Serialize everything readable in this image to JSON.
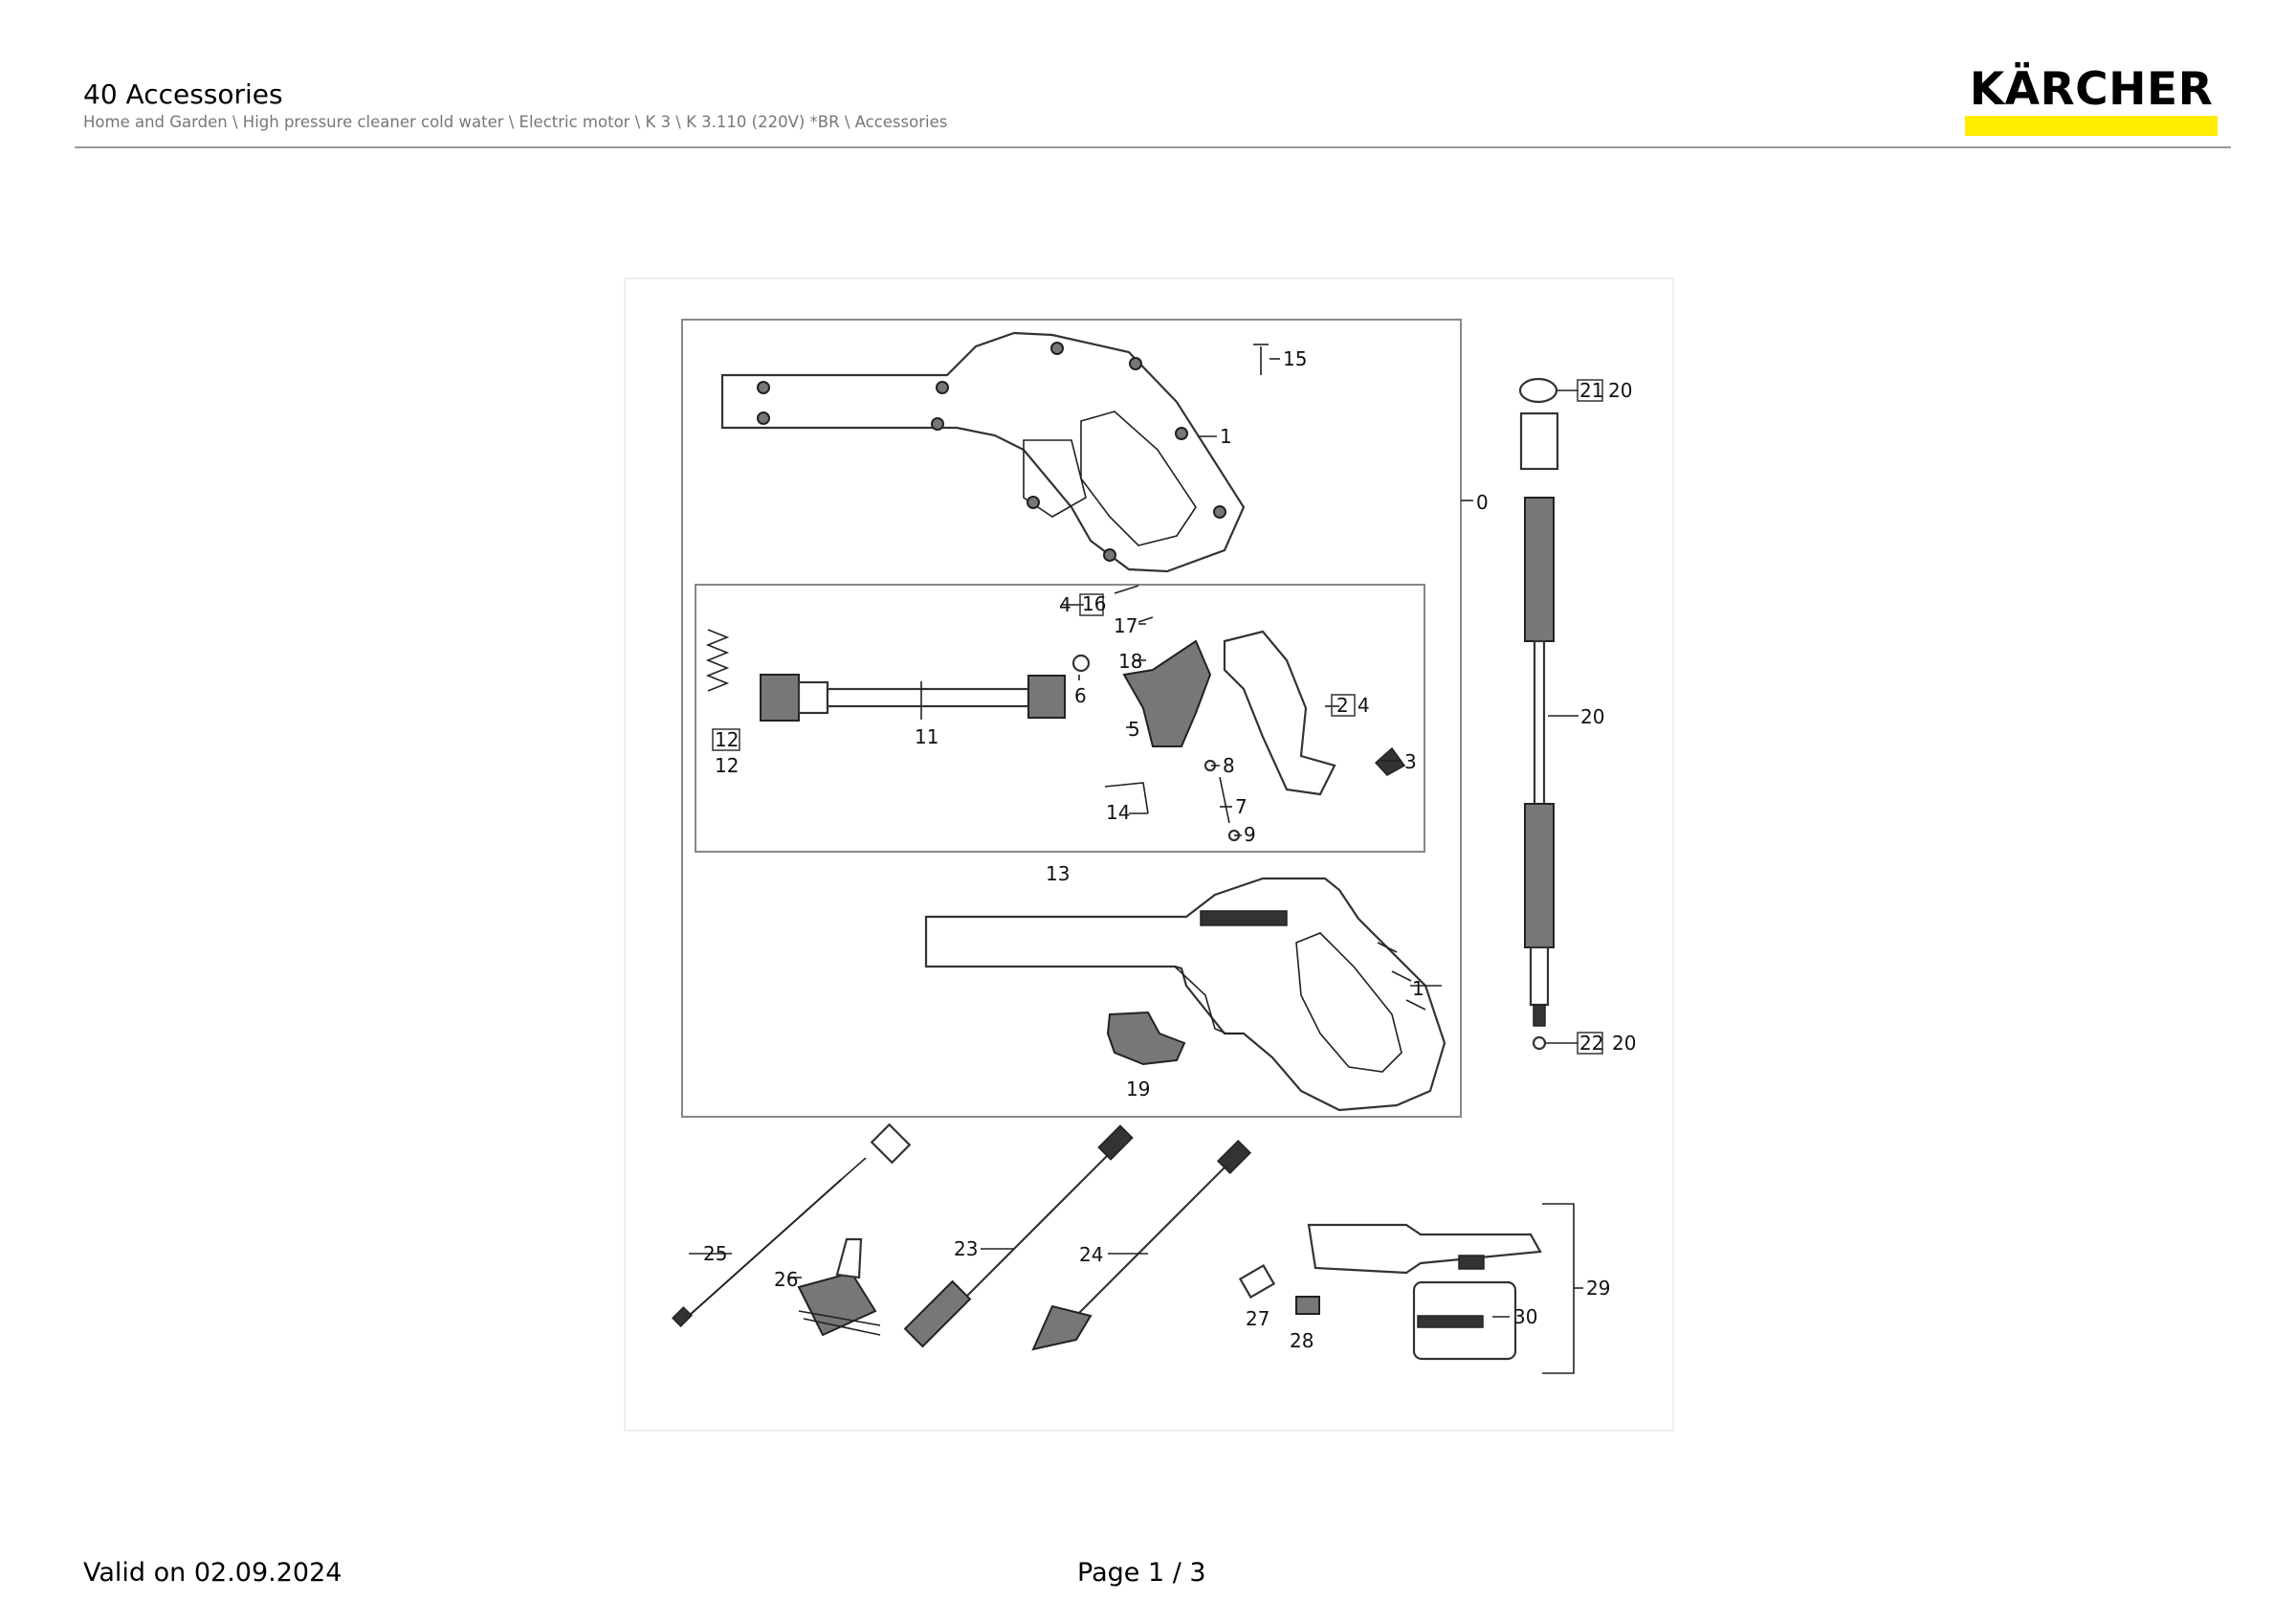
{
  "header": {
    "title": "40 Accessories",
    "breadcrumb": "Home and Garden \\ High pressure cleaner cold water \\ Electric motor \\ K 3 \\ K 3.110 (220V) *BR \\ Accessories"
  },
  "brand": {
    "logo_text": "KÄRCHER",
    "accent_color": "#ffed00"
  },
  "diagram": {
    "callouts": {
      "c15": "15",
      "c1a": "1",
      "c0": "0",
      "c21": "21",
      "c20a": "20",
      "c20b": "20",
      "c20c": "20",
      "c22": "22",
      "c4a": "4",
      "c16": "16",
      "c17": "17",
      "c18": "18",
      "c6": "6",
      "c2": "2",
      "c4b": "4",
      "c5": "5",
      "c12a": "12",
      "c12b": "12",
      "c11": "11",
      "c8": "8",
      "c3": "3",
      "c7": "7",
      "c14": "14",
      "c9": "9",
      "c13": "13",
      "c1b": "1",
      "c19": "19",
      "c25": "25",
      "c26": "26",
      "c23": "23",
      "c24": "24",
      "c27": "27",
      "c28": "28",
      "c29": "29",
      "c30": "30"
    }
  },
  "footer": {
    "valid": "Valid on 02.09.2024",
    "page": "Page 1 / 3"
  }
}
